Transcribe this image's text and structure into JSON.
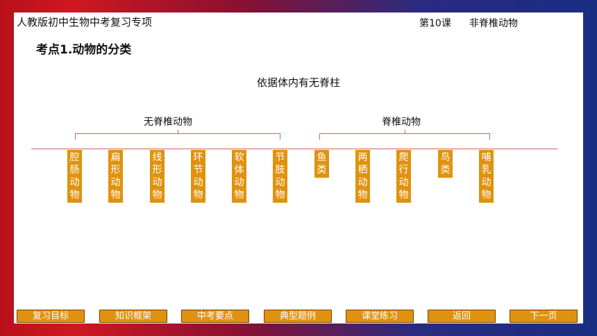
{
  "header": {
    "title": "人教版初中生物中考复习专项",
    "lesson_num": "第10课",
    "lesson_name": "非脊椎动物"
  },
  "topic": "考点1.动物的分类",
  "criterion": "依据体内有无脊柱",
  "groups": {
    "invertebrates": "无脊椎动物",
    "vertebrates": "脊椎动物"
  },
  "categories": [
    "腔肠动物",
    "扁形动物",
    "线形动物",
    "环节动物",
    "软体动物",
    "节肢动物",
    "鱼类",
    "两栖动物",
    "爬行动物",
    "鸟类",
    "哺乳动物"
  ],
  "nav": [
    "复习目标",
    "知识框架",
    "中考要点",
    "典型题例",
    "课堂练习",
    "返回",
    "下一页"
  ],
  "colors": {
    "accent": "#e0920e",
    "line": "#d06060"
  }
}
